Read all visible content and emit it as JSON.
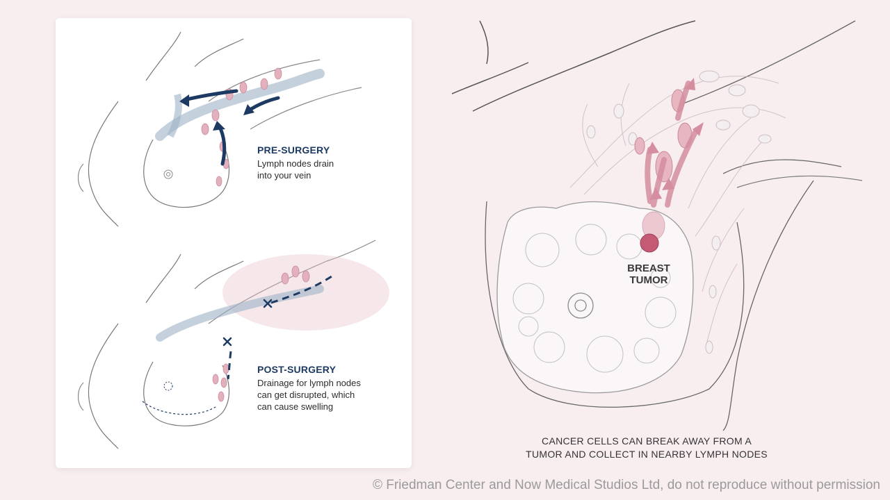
{
  "pre_surgery": {
    "title": "PRE-SURGERY",
    "desc_line1": "Lymph nodes drain",
    "desc_line2": "into your vein"
  },
  "post_surgery": {
    "title": "POST-SURGERY",
    "desc_line1": "Drainage for lymph nodes",
    "desc_line2": "can get disrupted, which",
    "desc_line3": "can cause swelling"
  },
  "tumor": {
    "line1": "BREAST",
    "line2": "TUMOR"
  },
  "caption": {
    "line1": "CANCER CELLS CAN BREAK AWAY FROM A",
    "line2": "TUMOR AND COLLECT IN NEARBY LYMPH NODES"
  },
  "copyright": "© Friedman Center and Now Medical Studios Ltd, do not reproduce without permission",
  "colors": {
    "background": "#f8eef0",
    "card": "#ffffff",
    "vein_blue": "#1d3a63",
    "lymph_pink": "#d9a1ae",
    "tumor": "#c45a73"
  }
}
